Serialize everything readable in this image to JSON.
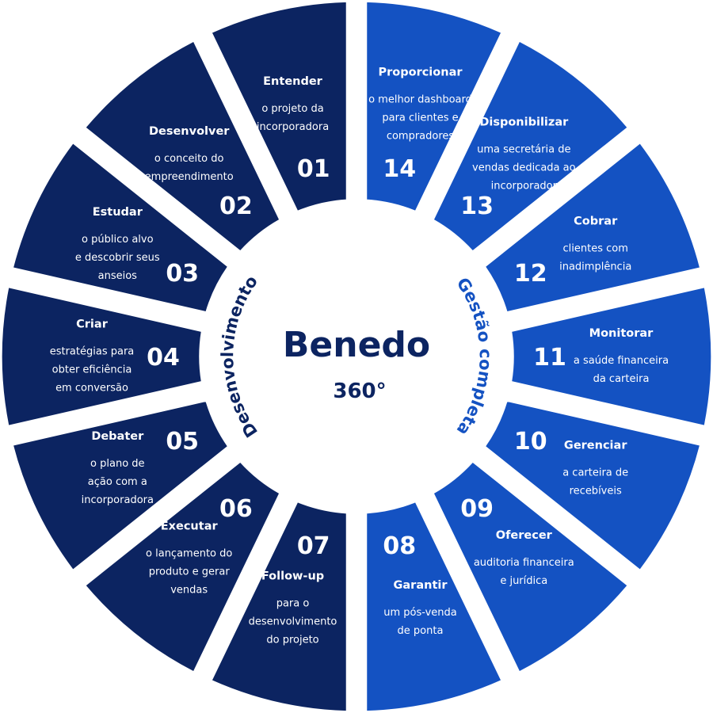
{
  "center": {
    "title": "Benedo",
    "subtitle": "360°"
  },
  "arc_labels": {
    "left": "Desenvolvimento",
    "right": "Gestão completa"
  },
  "colors": {
    "development": "#0c2461",
    "management": "#1452c2",
    "background": "#ffffff"
  },
  "segments": [
    {
      "number": "01",
      "title": "Entender",
      "desc": [
        "o projeto da",
        "incorporadora"
      ],
      "group": "development"
    },
    {
      "number": "02",
      "title": "Desenvolver",
      "desc": [
        "o conceito do",
        "empreendimento"
      ],
      "group": "development"
    },
    {
      "number": "03",
      "title": "Estudar",
      "desc": [
        "o público alvo",
        "e descobrir seus",
        "anseios"
      ],
      "group": "development"
    },
    {
      "number": "04",
      "title": "Criar",
      "desc": [
        "estratégias para",
        "obter eficiência",
        "em conversão"
      ],
      "group": "development"
    },
    {
      "number": "05",
      "title": "Debater",
      "desc": [
        "o plano de",
        "ação com a",
        "incorporadora"
      ],
      "group": "development"
    },
    {
      "number": "06",
      "title": "Executar",
      "desc": [
        "o lançamento do",
        "produto e gerar",
        "vendas"
      ],
      "group": "development"
    },
    {
      "number": "07",
      "title": "Follow-up",
      "desc": [
        "para o",
        "desenvolvimento",
        "do projeto"
      ],
      "group": "development"
    },
    {
      "number": "08",
      "title": "Garantir",
      "desc": [
        "um pós-venda",
        "de ponta"
      ],
      "group": "management"
    },
    {
      "number": "09",
      "title": "Oferecer",
      "desc": [
        "auditoria financeira",
        "e jurídica"
      ],
      "group": "management"
    },
    {
      "number": "10",
      "title": "Gerenciar",
      "desc": [
        "a carteira de",
        "recebíveis"
      ],
      "group": "management"
    },
    {
      "number": "11",
      "title": "Monitorar",
      "desc": [
        "a saúde financeira",
        "da carteira"
      ],
      "group": "management"
    },
    {
      "number": "12",
      "title": "Cobrar",
      "desc": [
        "clientes com",
        "inadimplência"
      ],
      "group": "management"
    },
    {
      "number": "13",
      "title": "Disponibilizar",
      "desc": [
        "uma secretária de",
        "vendas dedicada ao",
        "incorporador"
      ],
      "group": "management"
    },
    {
      "number": "14",
      "title": "Proporcionar",
      "desc": [
        "o melhor dashboard",
        "para clientes e",
        "compradores"
      ],
      "group": "management"
    }
  ]
}
